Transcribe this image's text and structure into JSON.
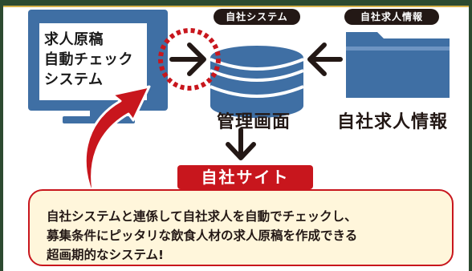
{
  "diagram": {
    "monitor": {
      "lines": [
        "求人原稿",
        "自動チェック",
        "システム"
      ]
    },
    "database": {
      "label": "自社システム",
      "caption": "管理画面"
    },
    "folder": {
      "label": "自社求人情報",
      "caption": "自社求人情報"
    },
    "output": {
      "label": "自社サイト"
    },
    "description": {
      "lines": [
        "自社システムと連係して自社求人を自動でチェックし、",
        "募集条件にピッタリな飲食人材の求人原稿を作成できる",
        "超画期的なシステム!"
      ]
    },
    "colors": {
      "monitor_blue": "#3f6fa4",
      "accent_red": "#c8161d",
      "box_fill": "#fff6db",
      "label_dark": "#231815"
    }
  }
}
